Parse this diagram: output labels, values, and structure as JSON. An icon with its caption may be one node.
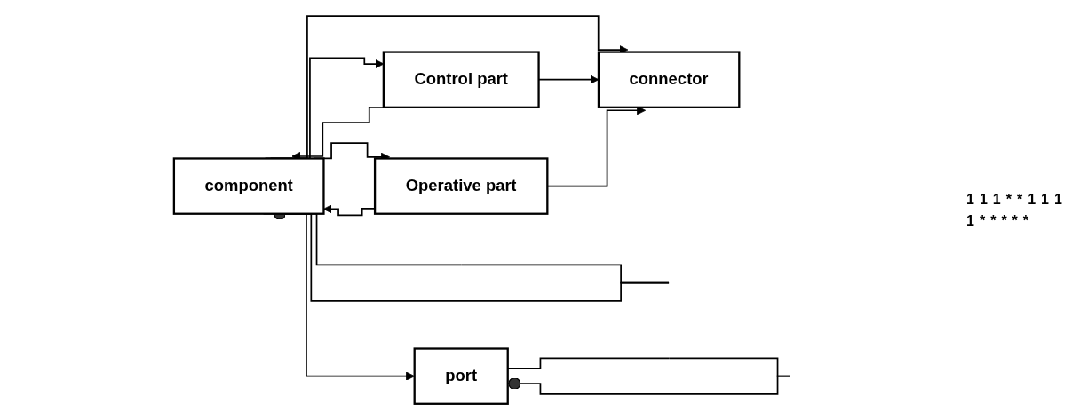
{
  "diagram": {
    "nodes": [
      {
        "text": [
          "component"
        ]
      },
      {
        "text": [
          "Operative part"
        ]
      },
      {
        "text": [
          "Control part"
        ]
      },
      {
        "text": [
          "port"
        ]
      },
      {
        "text": [
          "connector"
        ]
      }
    ],
    "edges": [
      {
        "from": 0,
        "to": 0,
        "arrow": "other"
      },
      {
        "from": 1,
        "to": 0,
        "arrow": "to"
      },
      {
        "from": 0,
        "to": 1,
        "arrow": "to"
      },
      {
        "from": 0,
        "to": 2,
        "arrow": "to"
      },
      {
        "from": 2,
        "to": 0,
        "arrow": "to"
      },
      {
        "from": 0,
        "to": 3,
        "arrow": "to"
      },
      {
        "from": 0,
        "to": 4,
        "arrow": "to"
      },
      {
        "from": 2,
        "to": 4,
        "arrow": "to"
      },
      {
        "from": 1,
        "to": 4,
        "arrow": "to"
      },
      {
        "from": 3,
        "to": 3,
        "arrow": "other"
      }
    ],
    "labels": [
      "1",
      "1",
      "1",
      "*",
      "*",
      "1",
      "1",
      "1",
      "1",
      "*",
      "*",
      "*",
      "*",
      "*"
    ]
  }
}
